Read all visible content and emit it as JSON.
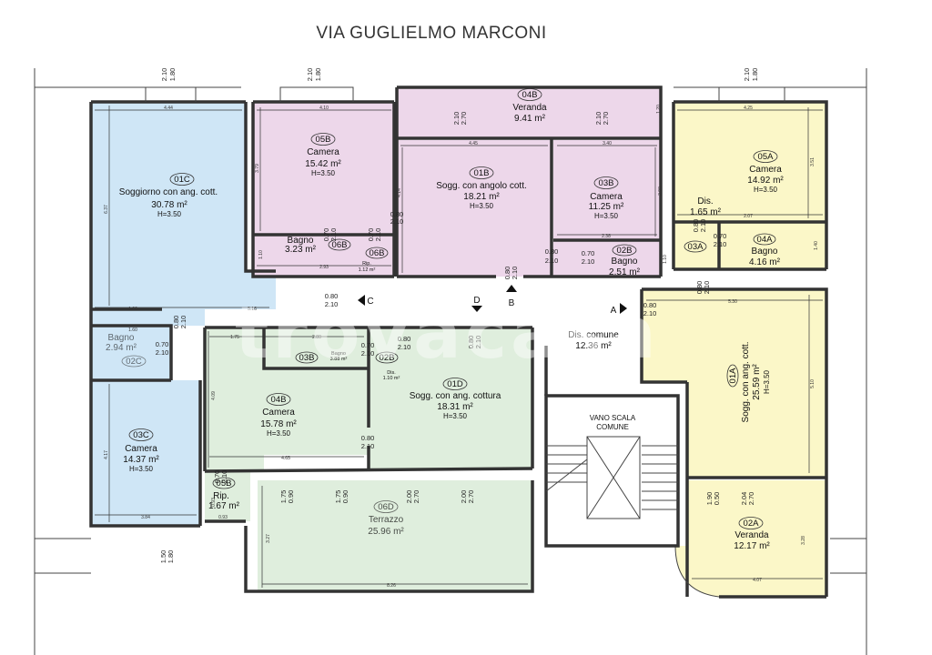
{
  "street": "VIA GUGLIELMO MARCONI",
  "watermark": "trovacasa",
  "colors": {
    "unit_A": "#fbf7c8",
    "unit_B": "#edd7ea",
    "unit_C": "#cfe6f6",
    "unit_D": "#dfeedd",
    "common": "#ffffff",
    "wall": "#333333"
  },
  "rooms": [
    {
      "id": "r01C",
      "code": "01C",
      "name": "Soggiorno con ang. cott.",
      "area": "30.78 m²",
      "height": "H=3.50"
    },
    {
      "id": "r03C",
      "code": "03C",
      "name": "Camera",
      "area": "14.37 m²",
      "height": "H=3.50"
    },
    {
      "id": "r02C",
      "code": "02C",
      "name": "Bagno",
      "area": "2.94 m²",
      "height": ""
    },
    {
      "id": "r05B",
      "code": "05B",
      "name": "Camera",
      "area": "15.42 m²",
      "height": "H=3.50"
    },
    {
      "id": "r04B",
      "code": "04B",
      "name": "Veranda",
      "area": "9.41 m²",
      "height": ""
    },
    {
      "id": "r01B",
      "code": "01B",
      "name": "Sogg. con angolo cott.",
      "area": "18.21 m²",
      "height": "H=3.50"
    },
    {
      "id": "r03B",
      "code": "03B",
      "name": "Camera",
      "area": "11.25 m²",
      "height": "H=3.50"
    },
    {
      "id": "r02B",
      "code": "02B",
      "name": "Bagno",
      "area": "2.51 m²",
      "height": ""
    },
    {
      "id": "r06B",
      "code": "06B",
      "name": "Bagno",
      "area": "3.23 m²",
      "height": ""
    },
    {
      "id": "r06Bb",
      "code": "06B",
      "name": "Rip.",
      "area": "1.12 m²",
      "height": ""
    },
    {
      "id": "r05A",
      "code": "05A",
      "name": "Camera",
      "area": "14.92 m²",
      "height": "H=3.50"
    },
    {
      "id": "r03A",
      "code": "03A",
      "name": "Dis.",
      "area": "1.65 m²",
      "height": ""
    },
    {
      "id": "r04A",
      "code": "04A",
      "name": "Bagno",
      "area": "4.16 m²",
      "height": ""
    },
    {
      "id": "r01A",
      "code": "01A",
      "name": "Sogg. con ang. cott.",
      "area": "25.59 m²",
      "height": "H=3.50"
    },
    {
      "id": "r02A",
      "code": "02A",
      "name": "Veranda",
      "area": "12.17 m²",
      "height": ""
    },
    {
      "id": "r04D",
      "code": "04B",
      "name": "Camera",
      "area": "15.78 m²",
      "height": "H=3.50"
    },
    {
      "id": "r01D",
      "code": "01D",
      "name": "Sogg. con ang. cottura",
      "area": "18.31 m²",
      "height": "H=3.50"
    },
    {
      "id": "r06D",
      "code": "06D",
      "name": "Terrazzo",
      "area": "25.96 m²",
      "height": ""
    },
    {
      "id": "r05D",
      "code": "05B",
      "name": "Rip.",
      "area": "1.67 m²",
      "height": ""
    },
    {
      "id": "r03D",
      "code": "03B",
      "name": "Bagno",
      "area": "3.88 m²",
      "height": ""
    },
    {
      "id": "r02D",
      "code": "02B",
      "name": "Dis.",
      "area": "1.10 m²",
      "height": ""
    }
  ],
  "common": {
    "dis_name": "Dis. comune",
    "dis_area": "12.36 m²",
    "stair_line1": "VANO SCALA",
    "stair_line2": "COMUNE"
  },
  "entrances": [
    {
      "letter": "A",
      "width": "0.80",
      "height": "2.10"
    },
    {
      "letter": "B",
      "width": "0.80",
      "height": "2.10"
    },
    {
      "letter": "C",
      "width": "0.80",
      "height": "2.10"
    },
    {
      "letter": "D",
      "width": "0.80",
      "height": "2.10"
    }
  ],
  "dimensions": {
    "top_window_h": "2.10",
    "top_window_w": "1.80",
    "veranda_w1": "2.10",
    "veranda_w2": "2.70",
    "d_444": "4.44",
    "d_410": "4.10",
    "d_445": "4.45",
    "d_340": "3.40",
    "d_425": "4.25",
    "d_637": "6.37",
    "d_379": "3.79",
    "d_414": "4.14",
    "d_298": "2.98",
    "d_351": "3.51",
    "d_207": "2.07",
    "d_120": "1.20",
    "d_110": "1.10",
    "d_293": "2.93",
    "d_238": "2.38",
    "d_166": "1.66",
    "d_516": "5.16",
    "d_530": "5.30",
    "d_160": "1.60",
    "d_175": "1.75",
    "d_280": "2.80",
    "d_417": "4.17",
    "d_409": "4.09",
    "d_465": "4.65",
    "d_510": "5.10",
    "d_384": "3.84",
    "d_093": "0.93",
    "d_150": "1.50",
    "d_327": "3.27",
    "d_826": "8.26",
    "d_407": "4.07",
    "d_328": "3.28",
    "d_204": "2.04",
    "d_190": "1.90",
    "d_050": "0.50",
    "d_140": "1.40",
    "door_w": "0.80",
    "door_w2": "0.70",
    "door_h": "2.10",
    "win_175": "1.75",
    "win_090": "0.90",
    "win_200": "2.00"
  }
}
